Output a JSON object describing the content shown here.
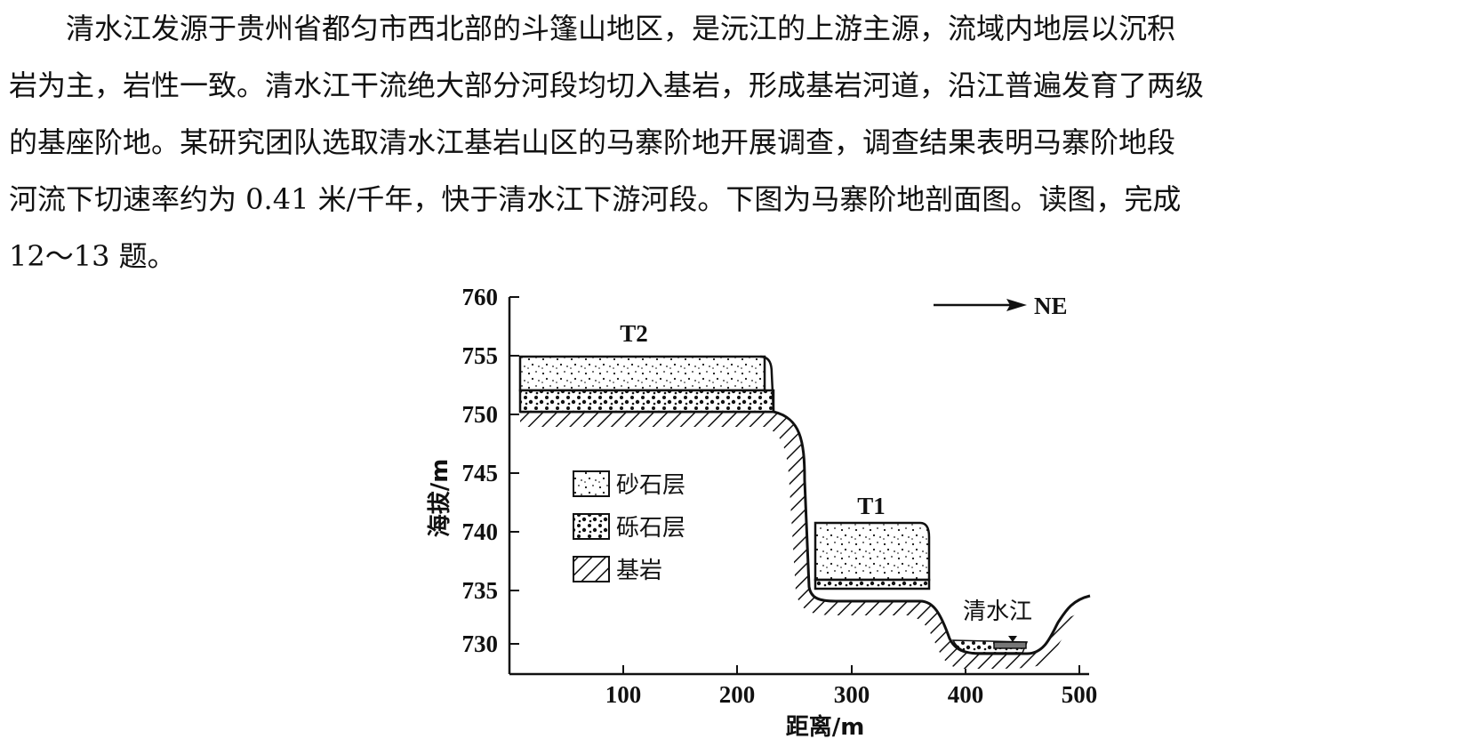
{
  "passage": {
    "lines": [
      "清水江发源于贵州省都匀市西北部的斗篷山地区，是沅江的上游主源，流域内地层以沉积",
      "岩为主，岩性一致。清水江干流绝大部分河段均切入基岩，形成基岩河道，沿江普遍发育了两级",
      "的基座阶地。某研究团队选取清水江基岩山区的马寨阶地开展调查，调查结果表明马寨阶地段",
      "河流下切速率约为 0.41 米/千年，快于清水江下游河段。下图为马寨阶地剖面图。读图，完成",
      "12～13 题。"
    ]
  },
  "figure": {
    "y_axis_label": "海拔/m",
    "x_axis_label": "距离/m",
    "y_ticks": [
      "760",
      "755",
      "750",
      "745",
      "740",
      "735",
      "730"
    ],
    "x_ticks": [
      "100",
      "200",
      "300",
      "400",
      "500"
    ],
    "direction_label": "NE",
    "terrace_labels": [
      "T2",
      "T1"
    ],
    "river_label": "清水江",
    "legend": [
      {
        "key": "sand",
        "label": "砂石层"
      },
      {
        "key": "gravel",
        "label": "砾石层"
      },
      {
        "key": "bedrock",
        "label": "基岩"
      }
    ]
  }
}
